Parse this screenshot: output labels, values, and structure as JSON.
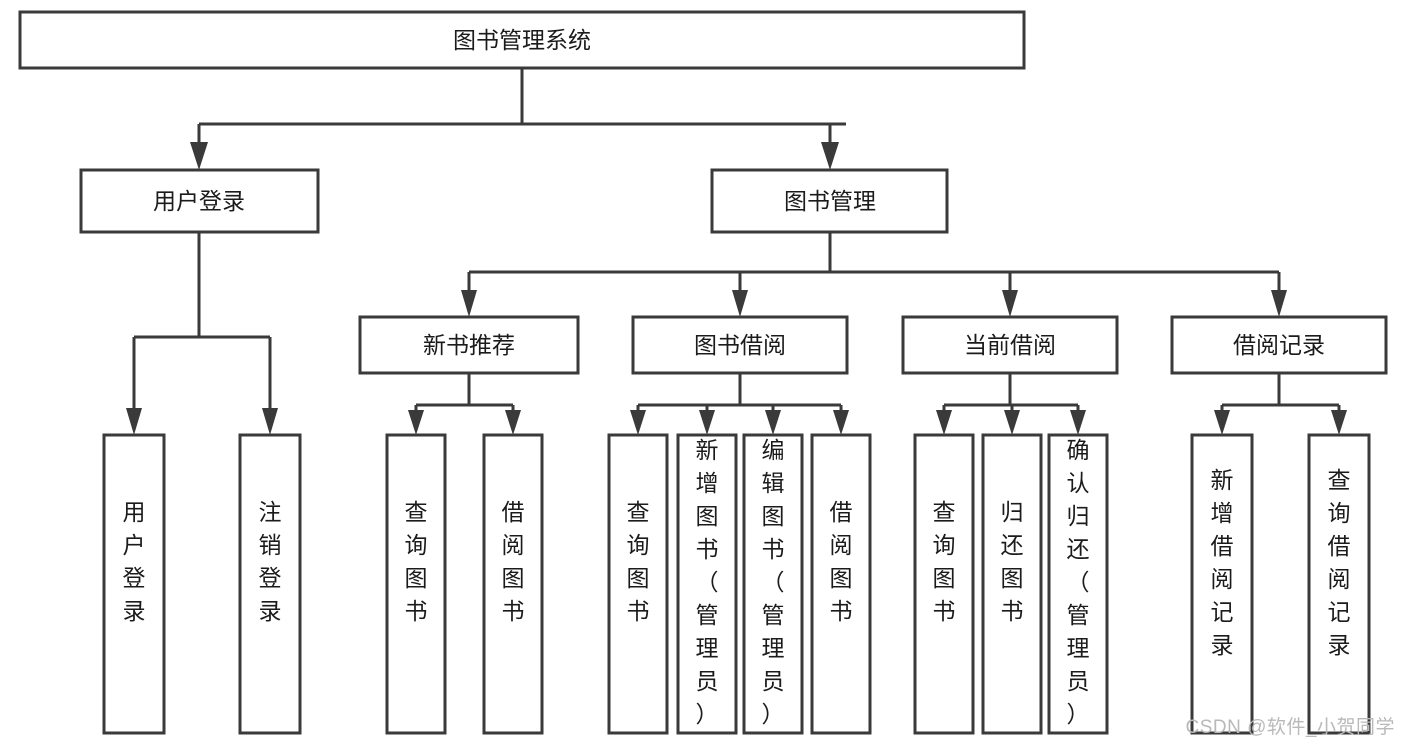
{
  "diagram": {
    "type": "tree-hierarchy",
    "title": "图书管理系统",
    "watermark": "CSDN @软件_小贺同学",
    "colors": {
      "stroke": "#3a3a3a",
      "box_fill": "#ffffff",
      "text": "#1b1b1b",
      "watermark": "#b9b9b9",
      "background": "#ffffff"
    },
    "root": {
      "id": "root",
      "label": "图书管理系统",
      "orientation": "horizontal"
    },
    "level2": [
      {
        "id": "user-login",
        "label": "用户登录",
        "orientation": "horizontal"
      },
      {
        "id": "book-manage",
        "label": "图书管理",
        "orientation": "horizontal"
      }
    ],
    "level3": [
      {
        "id": "new-book-rec",
        "label": "新书推荐",
        "orientation": "horizontal",
        "parent": "book-manage"
      },
      {
        "id": "book-borrow",
        "label": "图书借阅",
        "orientation": "horizontal",
        "parent": "book-manage"
      },
      {
        "id": "current-borrow",
        "label": "当前借阅",
        "orientation": "horizontal",
        "parent": "book-manage"
      },
      {
        "id": "borrow-record",
        "label": "借阅记录",
        "orientation": "horizontal",
        "parent": "book-manage"
      }
    ],
    "leaves": [
      {
        "id": "leaf-user-login",
        "label": "用户登录",
        "orientation": "vertical",
        "parent": "user-login"
      },
      {
        "id": "leaf-user-logout",
        "label": "注销登录",
        "orientation": "vertical",
        "parent": "user-login"
      },
      {
        "id": "leaf-query-book-1",
        "label": "查询图书",
        "orientation": "vertical",
        "parent": "new-book-rec"
      },
      {
        "id": "leaf-borrow-book-1",
        "label": "借阅图书",
        "orientation": "vertical",
        "parent": "new-book-rec"
      },
      {
        "id": "leaf-query-book-2",
        "label": "查询图书",
        "orientation": "vertical",
        "parent": "book-borrow"
      },
      {
        "id": "leaf-add-book",
        "label": "新增图书（管理员）",
        "orientation": "vertical",
        "parent": "book-borrow"
      },
      {
        "id": "leaf-edit-book",
        "label": "编辑图书（管理员）",
        "orientation": "vertical",
        "parent": "book-borrow"
      },
      {
        "id": "leaf-borrow-book-2",
        "label": "借阅图书",
        "orientation": "vertical",
        "parent": "book-borrow"
      },
      {
        "id": "leaf-query-book-3",
        "label": "查询图书",
        "orientation": "vertical",
        "parent": "current-borrow"
      },
      {
        "id": "leaf-return-book",
        "label": "归还图书",
        "orientation": "vertical",
        "parent": "current-borrow"
      },
      {
        "id": "leaf-confirm-return",
        "label": "确认归还（管理员）",
        "orientation": "vertical",
        "parent": "current-borrow"
      },
      {
        "id": "leaf-add-record",
        "label": "新增借阅记录",
        "orientation": "vertical",
        "parent": "borrow-record"
      },
      {
        "id": "leaf-query-record",
        "label": "查询借阅记录",
        "orientation": "vertical",
        "parent": "borrow-record"
      }
    ]
  }
}
